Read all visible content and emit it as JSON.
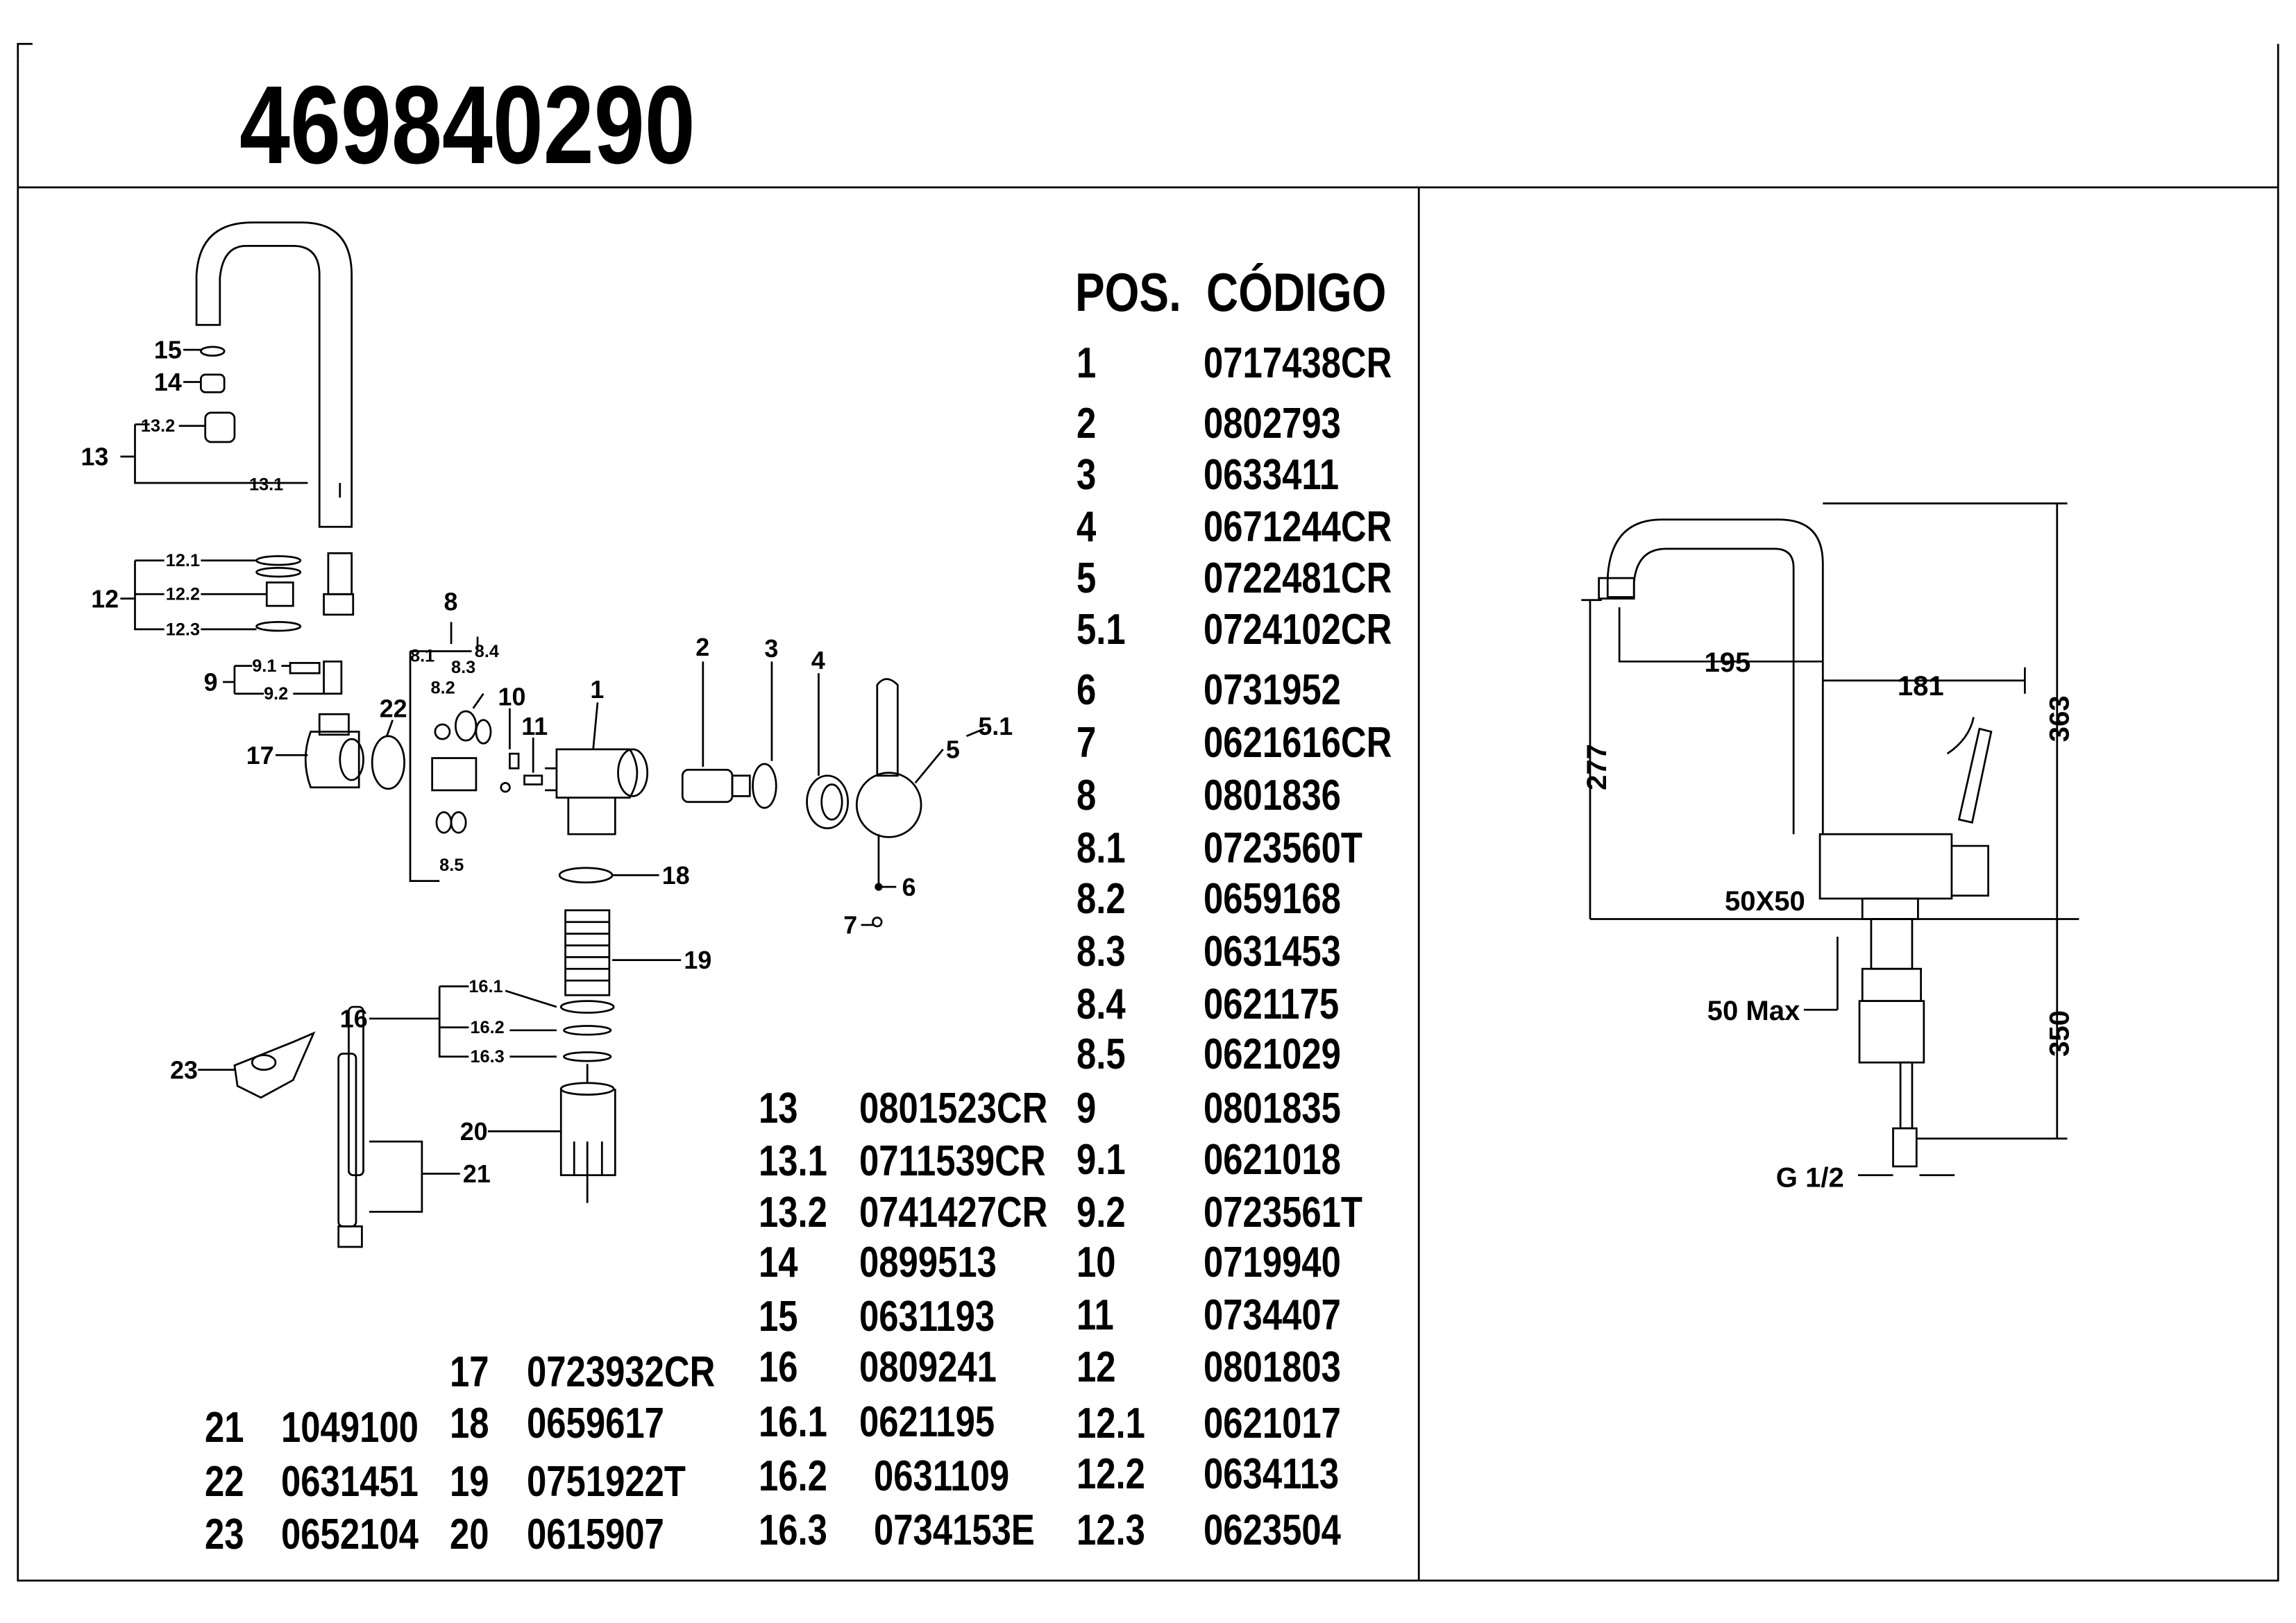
{
  "title": "469840290",
  "table_header": {
    "pos": "POS.",
    "code": "CÓDIGO"
  },
  "parts_main": [
    {
      "pos": "1",
      "code": "0717438CR"
    },
    {
      "pos": "2",
      "code": "0802793"
    },
    {
      "pos": "3",
      "code": "0633411"
    },
    {
      "pos": "4",
      "code": "0671244CR"
    },
    {
      "pos": "5",
      "code": "0722481CR"
    },
    {
      "pos": "5.1",
      "code": "0724102CR"
    },
    {
      "pos": "6",
      "code": "0731952"
    },
    {
      "pos": "7",
      "code": "0621616CR"
    },
    {
      "pos": "8",
      "code": "0801836"
    },
    {
      "pos": "8.1",
      "code": "0723560T"
    },
    {
      "pos": "8.2",
      "code": "0659168"
    },
    {
      "pos": "8.3",
      "code": "0631453"
    },
    {
      "pos": "8.4",
      "code": "0621175"
    },
    {
      "pos": "8.5",
      "code": "0621029"
    },
    {
      "pos": "9",
      "code": "0801835"
    },
    {
      "pos": "9.1",
      "code": "0621018"
    },
    {
      "pos": "9.2",
      "code": "0723561T"
    },
    {
      "pos": "10",
      "code": "0719940"
    },
    {
      "pos": "11",
      "code": "0734407"
    },
    {
      "pos": "12",
      "code": "0801803"
    },
    {
      "pos": "12.1",
      "code": "0621017"
    },
    {
      "pos": "12.2",
      "code": "0634113"
    },
    {
      "pos": "12.3",
      "code": "0623504"
    }
  ],
  "parts_middle": [
    {
      "pos": "13",
      "code": "0801523CR"
    },
    {
      "pos": "13.1",
      "code": "0711539CR"
    },
    {
      "pos": "13.2",
      "code": "0741427CR"
    },
    {
      "pos": "14",
      "code": "0899513"
    },
    {
      "pos": "15",
      "code": "0631193"
    },
    {
      "pos": "16",
      "code": "0809241"
    },
    {
      "pos": "16.1",
      "code": "0621195"
    },
    {
      "pos": "16.2",
      "code": "0631109"
    },
    {
      "pos": "16.3",
      "code": "0734153E"
    }
  ],
  "parts_left2": [
    {
      "pos": "17",
      "code": "0723932CR"
    },
    {
      "pos": "18",
      "code": "0659617"
    },
    {
      "pos": "19",
      "code": "0751922T"
    },
    {
      "pos": "20",
      "code": "0615907"
    }
  ],
  "parts_left1": [
    {
      "pos": "21",
      "code": "1049100"
    },
    {
      "pos": "22",
      "code": "0631451"
    },
    {
      "pos": "23",
      "code": "0652104"
    }
  ],
  "callouts": [
    "15",
    "14",
    "13.2",
    "13",
    "13.1",
    "12.1",
    "12",
    "12.2",
    "12.3",
    "9.1",
    "9",
    "9.2",
    "17",
    "22",
    "8",
    "8.1",
    "8.2",
    "8.3",
    "8.4",
    "8.5",
    "10",
    "11",
    "1",
    "2",
    "3",
    "4",
    "5",
    "5.1",
    "6",
    "7",
    "18",
    "19",
    "16",
    "16.1",
    "16.2",
    "16.3",
    "23",
    "20",
    "21"
  ],
  "dimensions": {
    "spout_reach": "195",
    "handle_reach": "181",
    "spout_height": "277",
    "total_height": "363",
    "base": "50X50",
    "counter_max": "50 Max",
    "below_counter": "350",
    "connection": "G 1/2"
  }
}
